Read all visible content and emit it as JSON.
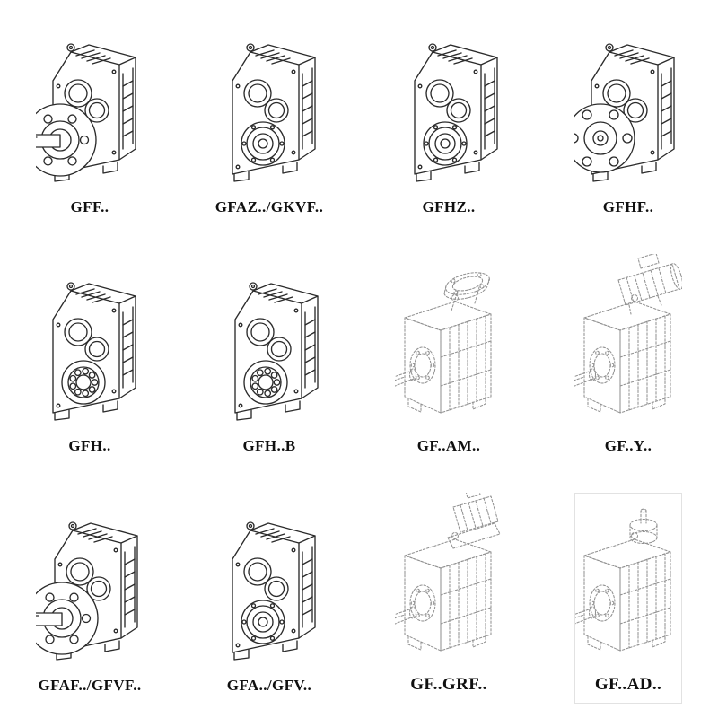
{
  "colors": {
    "background": "#ffffff",
    "ink": "#2b2b2b",
    "phantom_line": "#919191",
    "label_text": "#101010"
  },
  "grid": {
    "rows": 3,
    "columns": 4
  },
  "items": [
    {
      "label": "GFF..",
      "icon": "flanged-output-gearbox-drawing",
      "line_style": "solid"
    },
    {
      "label": "GFAZ../GKVF..",
      "icon": "hollow-shaft-gearbox-drawing",
      "line_style": "solid"
    },
    {
      "label": "GFHZ..",
      "icon": "hollow-shaft-gearbox-drawing",
      "line_style": "solid"
    },
    {
      "label": "GFHF..",
      "icon": "flange-mounted-gearbox-drawing",
      "line_style": "solid"
    },
    {
      "label": "GFH..",
      "icon": "shaft-mounted-gearbox-drawing",
      "line_style": "solid"
    },
    {
      "label": "GFH..B",
      "icon": "shaft-mounted-gearbox-drawing",
      "line_style": "solid"
    },
    {
      "label": "GF..AM..",
      "icon": "gearbox-with-motor-adapter-drawing",
      "line_style": "dashed"
    },
    {
      "label": "GF..Y..",
      "icon": "gearbox-with-motor-drawing",
      "line_style": "dashed"
    },
    {
      "label": "GFAF../GFVF..",
      "icon": "flanged-output-gearbox-drawing",
      "line_style": "solid"
    },
    {
      "label": "GFA../GFV..",
      "icon": "hollow-shaft-gearbox-drawing",
      "line_style": "solid"
    },
    {
      "label": "GF..GRF..",
      "icon": "gearbox-with-backstop-drawing",
      "line_style": "dashed"
    },
    {
      "label": "GF..AD..",
      "icon": "gearbox-with-input-cover-drawing",
      "line_style": "dashed"
    }
  ]
}
